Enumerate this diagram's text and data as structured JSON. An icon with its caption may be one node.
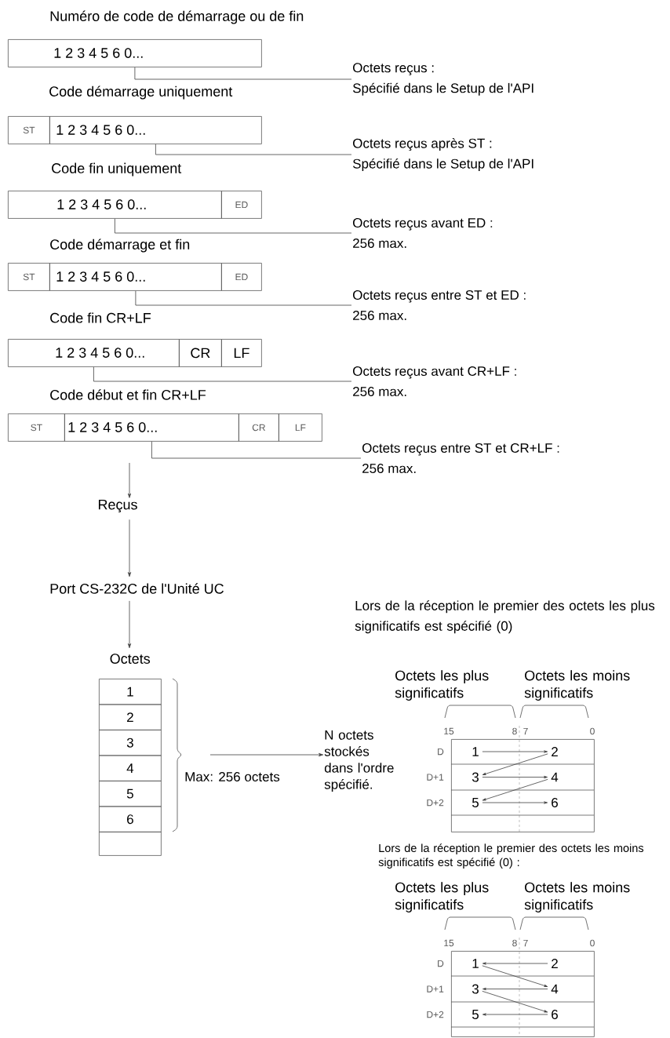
{
  "diagram": {
    "nodes": [
      {
        "text": [
          "1 2 3 4 5 6 0..."
        ]
      },
      {
        "text": [
          "Octets reçus :",
          "Spécifié dans le Setup de l'API"
        ]
      },
      {
        "text": [
          "ST"
        ]
      },
      {
        "text": [
          "1 2 3 4 5 6 0..."
        ]
      },
      {
        "text": [
          "Octets reçus après ST :",
          "Spécifié dans le Setup de l'API"
        ]
      },
      {
        "text": [
          "1 2 3 4 5 6 0..."
        ]
      },
      {
        "text": [
          "ED"
        ]
      },
      {
        "text": [
          "Octets reçus avant ED :",
          "256 max."
        ]
      },
      {
        "text": [
          "ST"
        ]
      },
      {
        "text": [
          "1 2 3 4 5 6 0..."
        ]
      },
      {
        "text": [
          "ED"
        ]
      },
      {
        "text": [
          "Octets reçus entre ST et ED :",
          "256 max."
        ]
      },
      {
        "text": [
          "1 2 3 4 5 6 0..."
        ]
      },
      {
        "text": [
          "CR"
        ]
      },
      {
        "text": [
          "LF"
        ]
      },
      {
        "text": [
          "Octets reçus avant CR+LF :",
          "256 max."
        ]
      },
      {
        "text": [
          "ST"
        ]
      },
      {
        "text": [
          "1 2 3 4 5 6 0..."
        ]
      },
      {
        "text": [
          "CR"
        ]
      },
      {
        "text": [
          "LF"
        ]
      },
      {
        "text": [
          "Octets reçus entre ST et CR+LF :",
          "256 max."
        ]
      },
      {
        "text": [
          "Reçus"
        ]
      },
      {
        "text": [
          "Port CS-232C de l'Unité UC"
        ]
      },
      {
        "text": [
          "Octets"
        ]
      },
      {
        "text": [
          "1"
        ],
        "in": 23
      },
      {
        "text": [
          "2"
        ],
        "in": 23
      },
      {
        "text": [
          "3"
        ],
        "in": 23
      },
      {
        "text": [
          "4"
        ],
        "in": 23
      },
      {
        "text": [
          "5"
        ],
        "in": 23
      },
      {
        "text": [
          "6"
        ],
        "in": 23
      },
      {
        "text": [],
        "shape": "box",
        "in": 23
      },
      {
        "text": [
          "N octets stockés dans l'ordre spécifié."
        ]
      },
      {
        "text": [],
        "shape": "box"
      },
      {
        "text": [
          "1"
        ],
        "in": 32
      },
      {
        "text": [
          "2"
        ],
        "in": 32
      },
      {
        "text": [
          "3"
        ],
        "in": 32
      },
      {
        "text": [
          "4"
        ],
        "in": 32
      },
      {
        "text": [
          "5"
        ],
        "in": 32
      },
      {
        "text": [
          "6"
        ],
        "in": 32
      },
      {
        "text": [],
        "shape": "box"
      },
      {
        "text": [
          "1"
        ],
        "in": 39
      },
      {
        "text": [
          "2"
        ],
        "in": 39
      },
      {
        "text": [
          "3"
        ],
        "in": 39
      },
      {
        "text": [
          "4"
        ],
        "in": 39
      },
      {
        "text": [
          "5"
        ],
        "in": 39
      },
      {
        "text": [
          "6"
        ],
        "in": 39
      }
    ],
    "edges": [
      {
        "from": 1,
        "to": 0,
        "arrow": "none"
      },
      {
        "from": 4,
        "to": 3,
        "arrow": "none"
      },
      {
        "from": 7,
        "to": 5,
        "arrow": "none"
      },
      {
        "from": 11,
        "to": 9,
        "arrow": "none"
      },
      {
        "from": 15,
        "to": 12,
        "arrow": "none"
      },
      {
        "from": 20,
        "to": 17,
        "arrow": "none"
      },
      {
        "from": null,
        "to": 21,
        "arrow": "to"
      },
      {
        "from": 21,
        "to": 22,
        "arrow": "to"
      },
      {
        "from": 22,
        "to": 23,
        "arrow": "to"
      },
      {
        "from": null,
        "to": 31,
        "arrow": "to"
      },
      {
        "from": 33,
        "to": 34,
        "arrow": "to"
      },
      {
        "from": 34,
        "to": 35,
        "arrow": "to"
      },
      {
        "from": 35,
        "to": 36,
        "arrow": "to"
      },
      {
        "from": 36,
        "to": 37,
        "arrow": "to"
      },
      {
        "from": 37,
        "to": 38,
        "arrow": "to"
      },
      {
        "from": 41,
        "to": 40,
        "arrow": "to"
      },
      {
        "from": 40,
        "to": 43,
        "arrow": "to"
      },
      {
        "from": 43,
        "to": 42,
        "arrow": "to"
      },
      {
        "from": 42,
        "to": 45,
        "arrow": "to"
      },
      {
        "from": 45,
        "to": 44,
        "arrow": "to"
      }
    ],
    "labels": [
      "Numéro de code de démarrage ou de fin",
      "Code démarrage uniquement",
      "Code fin uniquement",
      "Code démarrage et fin",
      "Code fin CR+LF",
      "Code début et fin CR+LF",
      "Max: 256 octets",
      "Lors de la réception le premier des octets les plus significatifs est spécifié (0)",
      "Octets les plus significatifs",
      "Octets les moins significatifs",
      "15",
      "8",
      "7",
      "0",
      "D",
      "D+1",
      "D+2",
      "Lors de la réception le premier des octets les moins significatifs est spécifié (0) :",
      "Octets les plus significatifs",
      "Octets les moins significatifs",
      "15",
      "8",
      "7",
      "0",
      "D",
      "D+1",
      "D+2"
    ]
  }
}
